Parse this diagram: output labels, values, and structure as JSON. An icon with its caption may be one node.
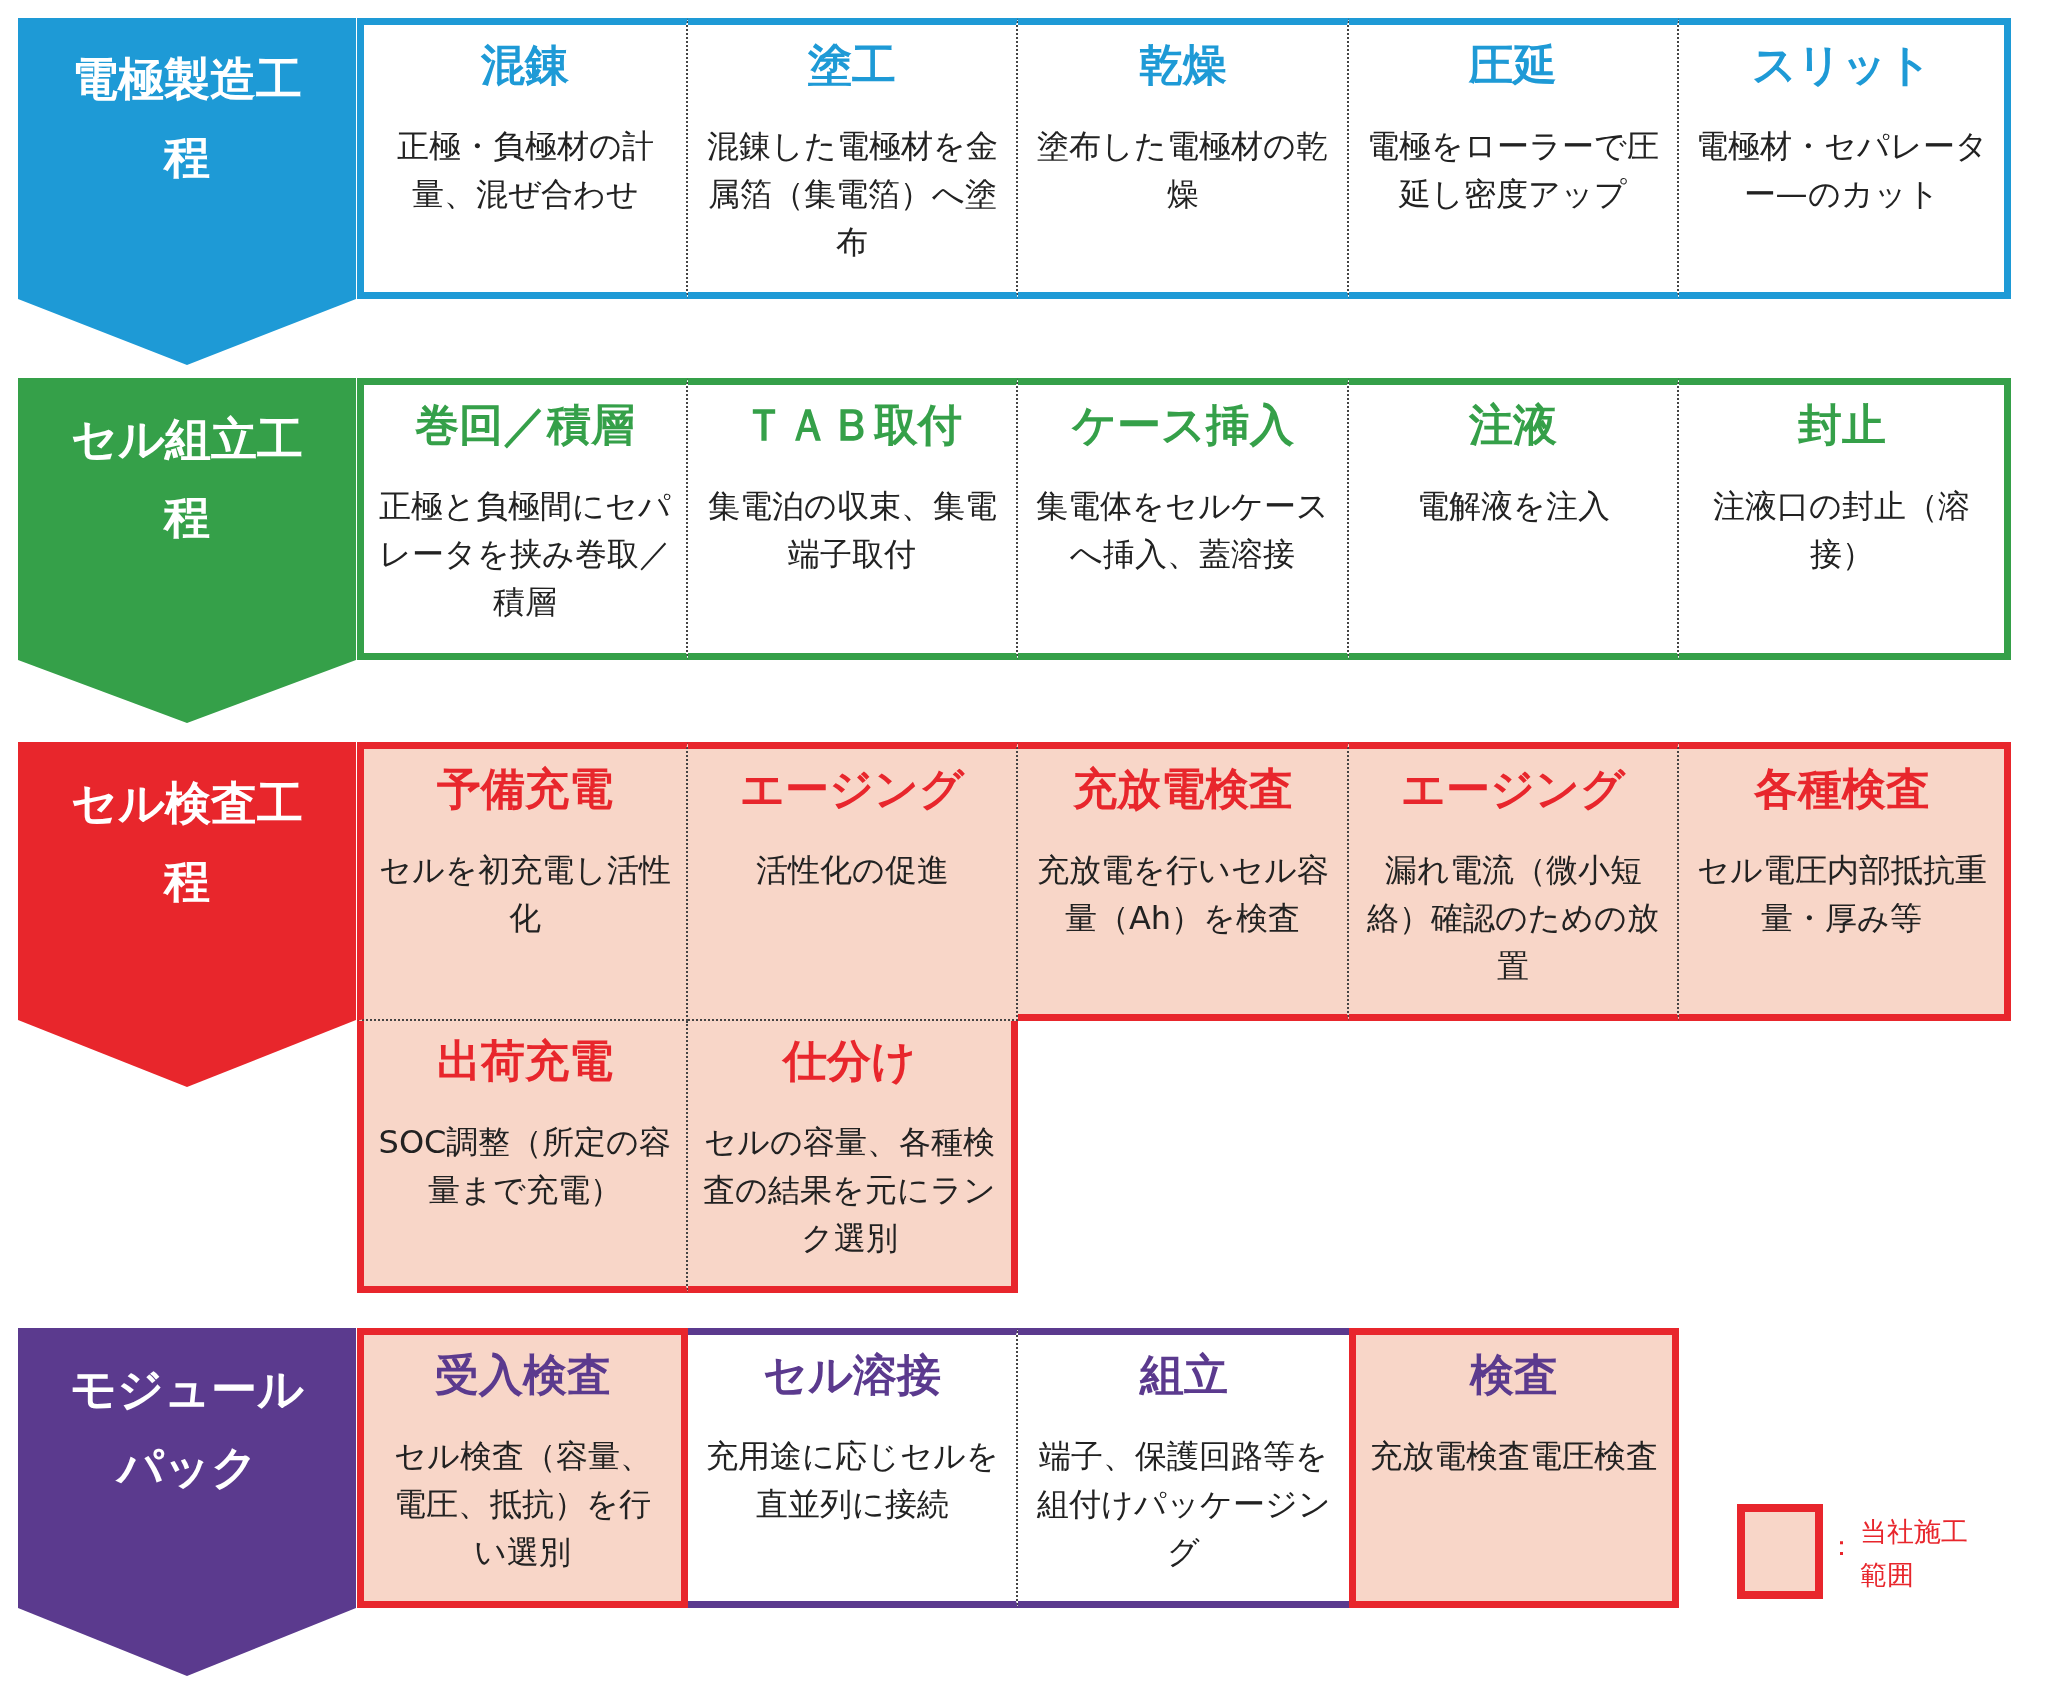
{
  "diagram": {
    "nodes": [
      {
        "text": [
          "電極製造工程"
        ]
      },
      {
        "text": [
          "混錬",
          "正極・負極材の計量、混ぜ合わせ"
        ]
      },
      {
        "text": [
          "塗工",
          "混錬した電極材を金属箔（集電箔）へ塗布"
        ]
      },
      {
        "text": [
          "乾燥",
          "塗布した電極材の乾燥"
        ]
      },
      {
        "text": [
          "圧延",
          "電極をローラーで圧延し密度アップ"
        ]
      },
      {
        "text": [
          "スリット",
          "電極材・セパレーター—のカット"
        ]
      },
      {
        "text": [
          "セル組立工程"
        ]
      },
      {
        "text": [
          "巻回／積層",
          "正極と負極間にセパレータを挟み巻取／積層"
        ]
      },
      {
        "text": [
          "ＴＡＢ取付",
          "集電泊の収束、集電端子取付"
        ]
      },
      {
        "text": [
          "ケース挿入",
          "集電体をセルケースへ挿入、蓋溶接"
        ]
      },
      {
        "text": [
          "注液",
          "電解液を注入"
        ]
      },
      {
        "text": [
          "封止",
          "注液口の封止（溶接）"
        ]
      },
      {
        "text": [
          "セル検査工程"
        ]
      },
      {
        "text": [
          "予備充電",
          "セルを初充電し活性化"
        ]
      },
      {
        "text": [
          "エージング",
          "活性化の促進"
        ]
      },
      {
        "text": [
          "充放電検査",
          "充放電を行いセル容量（Ah）を検査"
        ]
      },
      {
        "text": [
          "エージング",
          "漏れ電流（微小短絡）確認のための放置"
        ]
      },
      {
        "text": [
          "各種検査",
          "セル電圧内部抵抗重量・厚み等"
        ]
      },
      {
        "text": [
          "出荷充電",
          "SOC調整（所定の容量まで充電）"
        ]
      },
      {
        "text": [
          "仕分け",
          "セルの容量、各種検査の結果を元にランク選別"
        ]
      },
      {
        "text": [
          "モジュールパック"
        ]
      },
      {
        "text": [
          "受入検査",
          "セル検査（容量、電圧、抵抗）を行い選別"
        ]
      },
      {
        "text": [
          "セル溶接",
          "充用途に応じセルを直並列に接続"
        ]
      },
      {
        "text": [
          "組立",
          "端子、保護回路等を組付けパッケージング"
        ]
      },
      {
        "text": [
          "検査",
          "充放電検査電圧検査"
        ]
      }
    ],
    "labels": [
      "："
    ],
    "legend": [
      {
        "text": "当社施工範囲",
        "color": "#f8d6c8"
      }
    ]
  }
}
